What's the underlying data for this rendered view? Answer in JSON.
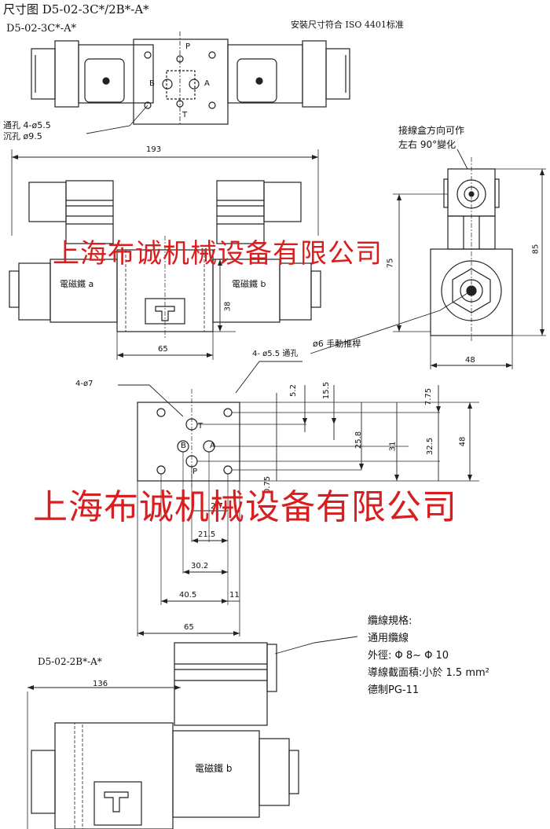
{
  "header": {
    "title": "尺寸图 D5-02-3C*/2B*-A*",
    "subtitle": "D5-02-3C*-A*",
    "standard_note": "安裝尺寸符合 ISO 4401标准"
  },
  "top_view": {
    "port_labels": [
      "P",
      "B",
      "A",
      "T"
    ],
    "hole_callout_line1": "通孔 4-ø5.5",
    "hole_callout_line2": "沉孔 ø9.5"
  },
  "front_view": {
    "overall_length": "193",
    "body_width": "65",
    "height_38": "38",
    "coil_a_label": "電磁鐵 a",
    "coil_b_label": "電磁鐵 b",
    "hole_note": "4- ø5.5 通孔",
    "manual_pin_note": "ø6 手動推桿"
  },
  "side_view": {
    "rotation_note_line1": "接線盒方向可作",
    "rotation_note_line2": "左右 90°變化",
    "dim_75": "75",
    "dim_85": "85",
    "dim_48": "48"
  },
  "mounting_face": {
    "bolt_holes": "4-ø7",
    "port_labels": [
      "T",
      "B",
      "A",
      "P"
    ],
    "vertical_dims": [
      "5.2",
      "15.5",
      "7.75",
      "25.8",
      "31",
      "32.5",
      "48"
    ],
    "horizontal_dims": [
      "0.75",
      "2.7",
      "21.5",
      "30.2",
      "40.5",
      "11",
      "65"
    ]
  },
  "cable_spec": {
    "title": "纜線規格:",
    "line1": "通用纜線",
    "line2": "外徑: Φ 8~ Φ 10",
    "line3": "導線截面積:小於 1.5 mm²",
    "line4": "德制PG-11"
  },
  "lower_view": {
    "model_label": "D5-02-2B*-A*",
    "overall_length": "136",
    "coil_b_label": "電磁鐵 b"
  },
  "watermark": "上海布诚机械设备有限公司"
}
